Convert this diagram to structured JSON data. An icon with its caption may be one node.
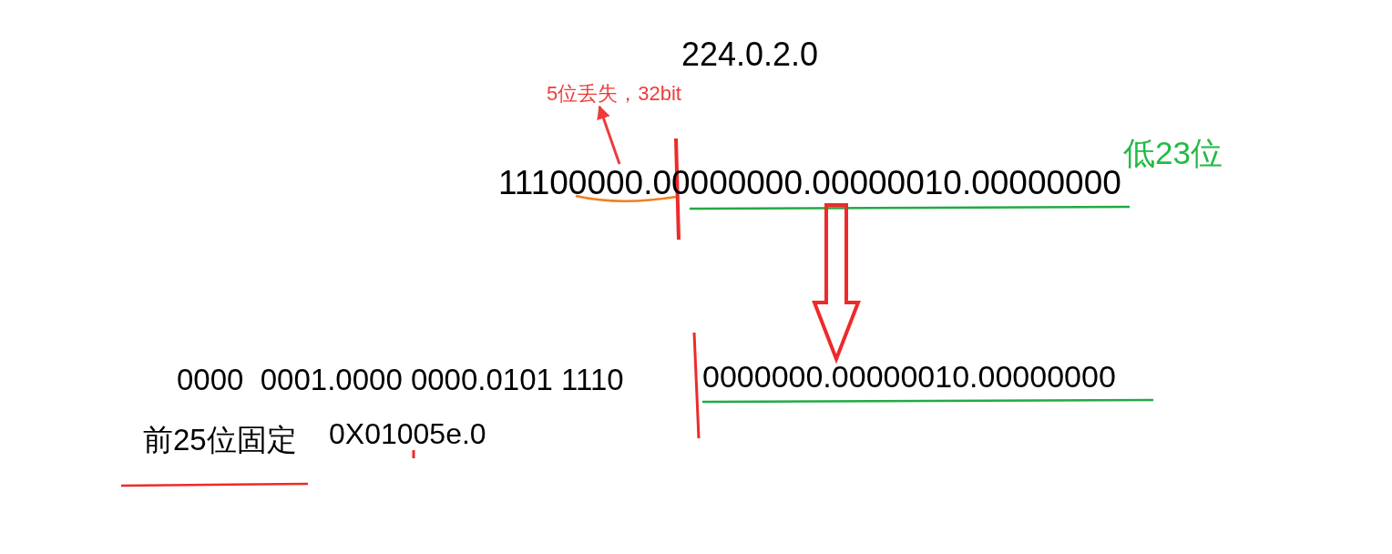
{
  "diagram": {
    "nodes": [
      {
        "text": [
          "11100000.00000000.00000010.00000000"
        ]
      },
      {
        "text": [
          "0000000.00000010.00000000"
        ]
      },
      {
        "text": [
          "5位丢失，32bit"
        ]
      }
    ],
    "edges": [
      {
        "from": 0,
        "to": 1,
        "arrow": "to",
        "style": "thick"
      },
      {
        "from": 0,
        "to": 2,
        "arrow": "to"
      }
    ],
    "labels": [
      "224.0.2.0",
      "低23位",
      "0000  0001.0000 0000.0101 1110",
      "前25位固定",
      "0X01005e.0"
    ]
  }
}
